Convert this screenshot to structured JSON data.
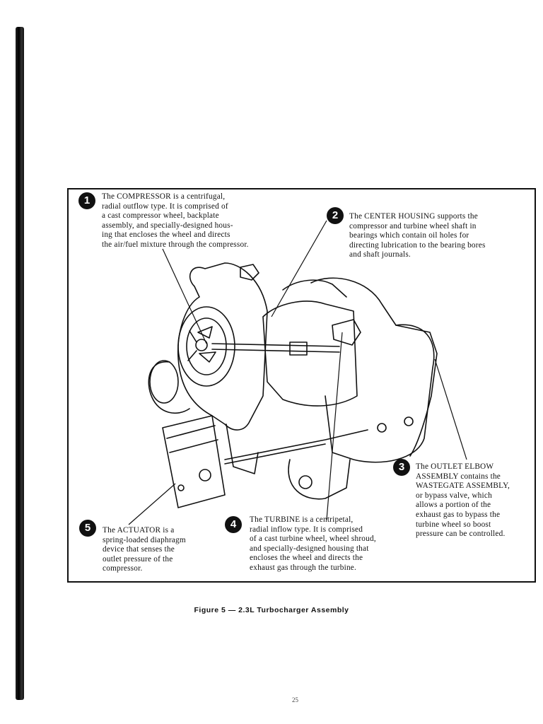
{
  "figure": {
    "caption": "Figure 5 — 2.3L Turbocharger Assembly",
    "page_number": "25"
  },
  "callouts": [
    {
      "number": "1",
      "text": "The COMPRESSOR is a centrifugal,\nradial outflow type. It is comprised of\na cast compressor wheel, backplate\nassembly, and specially-designed hous-\ning that encloses the wheel and directs\nthe air/fuel mixture through the compressor."
    },
    {
      "number": "2",
      "text": "The CENTER HOUSING supports the\ncompressor and turbine wheel shaft in\nbearings which contain oil holes for\ndirecting lubrication to the bearing bores\nand shaft journals."
    },
    {
      "number": "3",
      "text": "The OUTLET ELBOW\nASSEMBLY contains the\nWASTEGATE ASSEMBLY,\nor bypass valve, which\nallows a portion of the\nexhaust gas to bypass the\nturbine wheel so boost\npressure can be controlled."
    },
    {
      "number": "4",
      "text": "The TURBINE is a centripetal,\nradial inflow type. It is comprised\nof a cast turbine wheel, wheel shroud,\nand specially-designed housing that\nencloses the wheel and directs the\nexhaust gas through the turbine."
    },
    {
      "number": "5",
      "text": "The ACTUATOR is a\nspring-loaded diaphragm\ndevice that senses the\noutlet pressure of the\ncompressor."
    }
  ]
}
